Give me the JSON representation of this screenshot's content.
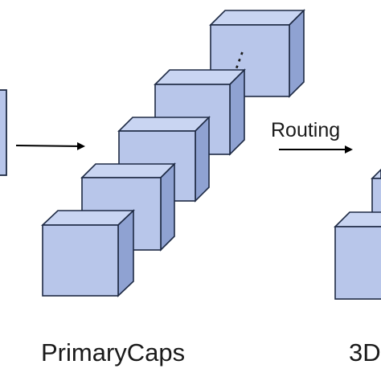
{
  "labels": {
    "routing": "Routing",
    "primarycaps": "PrimaryCaps",
    "right_caption_partial": "3D"
  },
  "ellipsis": "⋮",
  "colors": {
    "front": "#b8c6ea",
    "top": "#c9d5f2",
    "side": "#8fa2d2",
    "outline": "#1e2a44",
    "arrow": "#000000"
  }
}
